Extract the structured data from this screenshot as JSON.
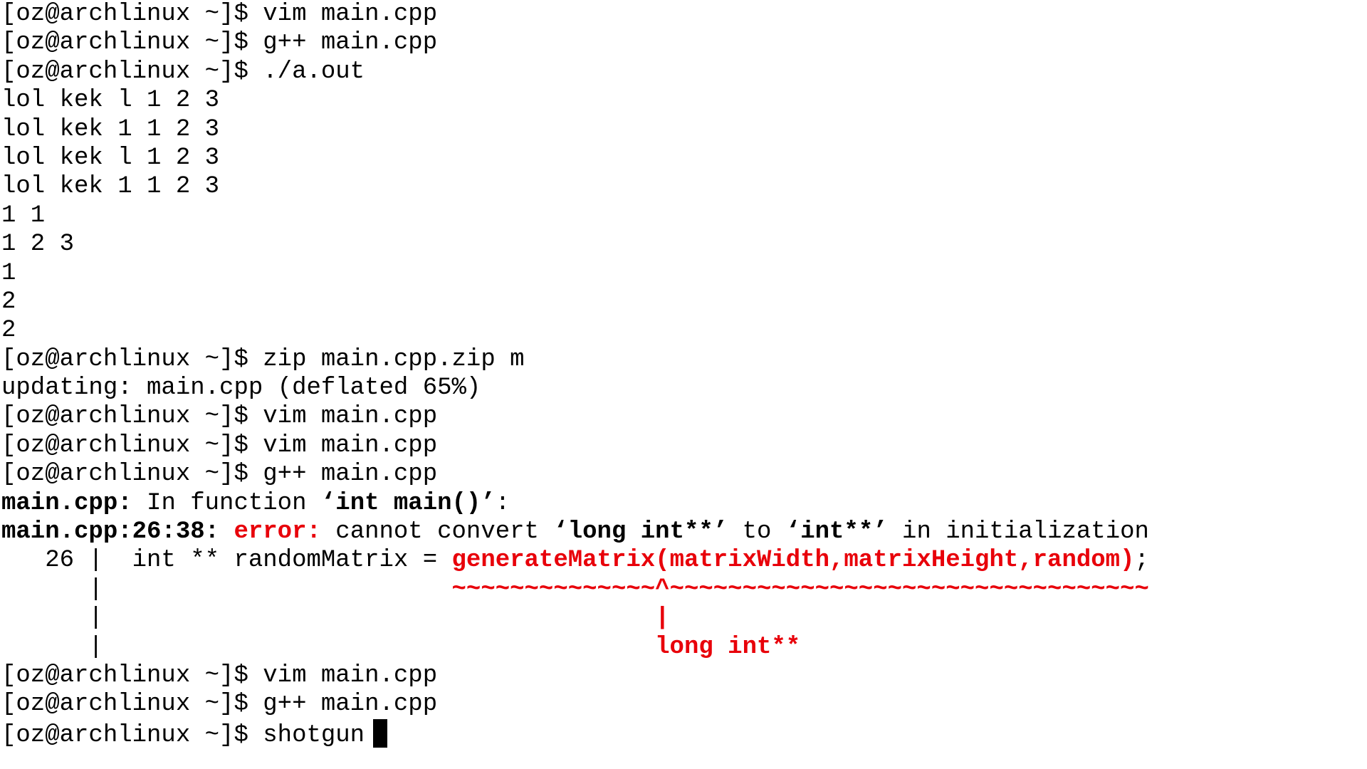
{
  "prompt": "[oz@archlinux ~]$ ",
  "colors": {
    "error": "#e8000a",
    "text": "#000000",
    "background": "#ffffff"
  },
  "lines": {
    "l01": "vim main.cpp",
    "l02": "g++ main.cpp",
    "l03": "./a.out",
    "l04": "lol kek l 1 2 3",
    "l05": "lol kek 1 1 2 3",
    "l06": "lol kek l 1 2 3",
    "l07": "lol kek 1 1 2 3",
    "l08": "1 1",
    "l09": "1 2 3",
    "l10": "1",
    "l11": "2",
    "l12": "2",
    "l13": "zip main.cpp.zip m",
    "l14": "updating: main.cpp (deflated 65%)",
    "l15": "vim main.cpp",
    "l16": "vim main.cpp",
    "l17": "g++ main.cpp",
    "l27": "vim main.cpp",
    "l28": "g++ main.cpp",
    "l29": "shotgun"
  },
  "diag": {
    "fn_loc": "main.cpp:",
    "fn_text": " In function ",
    "fn_name": "‘int main()’",
    "fn_colon": ":",
    "err_loc": "main.cpp:26:38:",
    "err_sp": " ",
    "err_label": "error:",
    "err_text1": " cannot convert ",
    "err_type1": "‘long int**’",
    "err_text2": " to ",
    "err_type2": "‘int**’",
    "err_text3": " in initialization",
    "code_gutter": "   26 |  int ** randomMatrix = ",
    "code_call": "generateMatrix(matrixWidth,matrixHeight,random)",
    "code_semi": ";",
    "caret_gutter": "      |                        ",
    "caret_line": "~~~~~~~~~~~~~~^~~~~~~~~~~~~~~~~~~~~~~~~~~~~~~~~~",
    "bar_gutter": "      |                                      ",
    "bar": "|",
    "type_gutter": "      |                                      ",
    "type_label": "long int**"
  }
}
